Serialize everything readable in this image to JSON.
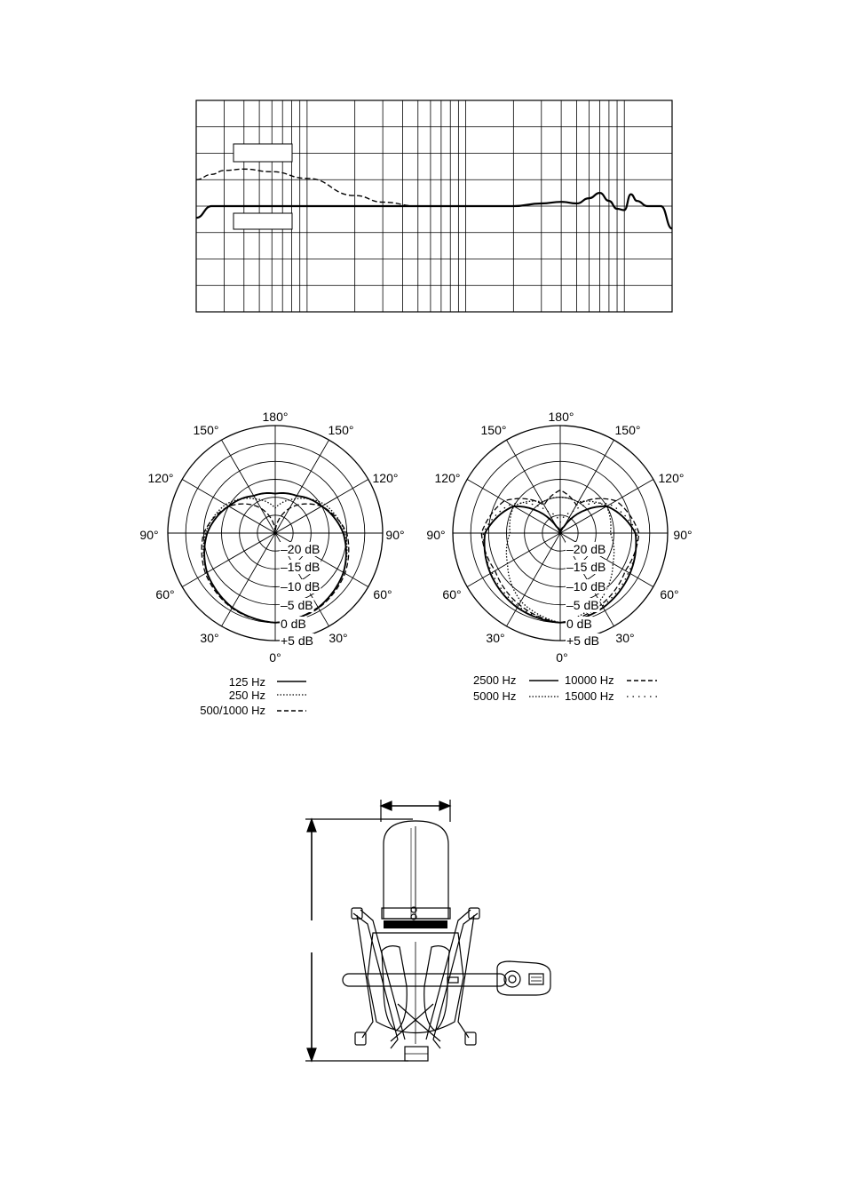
{
  "chart_data": [
    {
      "type": "line",
      "title": "",
      "xlabel": "",
      "ylabel": "",
      "x_scale": "log",
      "xlim": [
        20,
        20000
      ],
      "grid": true,
      "series": [
        {
          "style": "solid",
          "x": [
            20,
            25,
            30,
            40,
            60,
            100,
            200,
            500,
            1000,
            2000,
            3000,
            4000,
            5000,
            6000,
            7000,
            8000,
            9000,
            10000,
            11000,
            12000,
            14000,
            17000,
            20000
          ],
          "y": [
            -0.44,
            0.0,
            0.0,
            0.0,
            0.0,
            0.0,
            0.0,
            0.0,
            0.0,
            0.0,
            0.1,
            0.16,
            0.1,
            0.3,
            0.5,
            0.2,
            -0.1,
            -0.15,
            0.45,
            0.2,
            0.0,
            0.0,
            -0.85
          ]
        },
        {
          "style": "dashed",
          "x": [
            20,
            25,
            30,
            40,
            60,
            100,
            200,
            300,
            500,
            1000
          ],
          "y": [
            1.0,
            1.2,
            1.35,
            1.4,
            1.3,
            1.05,
            0.4,
            0.15,
            0.0,
            0.0
          ]
        }
      ]
    },
    {
      "type": "polar",
      "angle_labels": {
        "a180": "180°",
        "a150": "150°",
        "a120": "120°",
        "a90": "90°",
        "a60": "60°",
        "a30": "30°",
        "a0": "0°"
      },
      "ring_labels": [
        "–20 dB",
        "–15 dB",
        "–10 dB",
        "–5 dB",
        "0 dB",
        "+5 dB"
      ],
      "legend": [
        "125 Hz",
        "250 Hz",
        "500/1000 Hz"
      ],
      "series": [
        {
          "name": "125 Hz",
          "style": "solid",
          "angles": [
            0,
            30,
            60,
            90,
            120,
            150,
            180
          ],
          "level_db": [
            0,
            -1,
            -3,
            -6,
            -10,
            -13,
            -14
          ]
        },
        {
          "name": "250 Hz",
          "style": "dotted",
          "angles": [
            0,
            30,
            60,
            90,
            120,
            150,
            180
          ],
          "level_db": [
            0,
            -1,
            -3,
            -5.5,
            -9,
            -14,
            -18
          ]
        },
        {
          "name": "500/1000 Hz",
          "style": "dashed",
          "angles": [
            0,
            30,
            60,
            90,
            120,
            150,
            180
          ],
          "level_db": [
            0,
            -0.8,
            -2.5,
            -5,
            -10,
            -17,
            -25
          ]
        }
      ]
    },
    {
      "type": "polar",
      "angle_labels": {
        "a180": "180°",
        "a150": "150°",
        "a120": "120°",
        "a90": "90°",
        "a60": "60°",
        "a30": "30°",
        "a0": "0°"
      },
      "ring_labels": [
        "–20 dB",
        "–15 dB",
        "–10 dB",
        "–5 dB",
        "0 dB",
        "+5 dB"
      ],
      "legend": [
        "2500 Hz",
        "10000 Hz",
        "5000 Hz",
        "15000 Hz"
      ],
      "series": [
        {
          "name": "2500 Hz",
          "style": "solid",
          "angles": [
            0,
            30,
            60,
            90,
            120,
            150,
            180
          ],
          "level_db": [
            0,
            -1,
            -2.5,
            -4,
            -10,
            -23,
            -25
          ]
        },
        {
          "name": "10000 Hz",
          "style": "dashed",
          "angles": [
            0,
            30,
            60,
            90,
            120,
            150,
            180
          ],
          "level_db": [
            0,
            -2,
            -4,
            -3,
            -7,
            -16,
            -13
          ]
        },
        {
          "name": "5000 Hz",
          "style": "dotted",
          "angles": [
            0,
            30,
            60,
            90,
            120,
            150,
            180
          ],
          "level_db": [
            0,
            -3,
            -8,
            -11,
            -10,
            -15,
            -15
          ]
        },
        {
          "name": "15000 Hz",
          "style": "dashdot",
          "angles": [
            0,
            30,
            60,
            90,
            120,
            150,
            180
          ],
          "level_db": [
            0,
            -1.5,
            -3,
            -3.5,
            -9,
            -18,
            -22
          ]
        }
      ]
    }
  ]
}
